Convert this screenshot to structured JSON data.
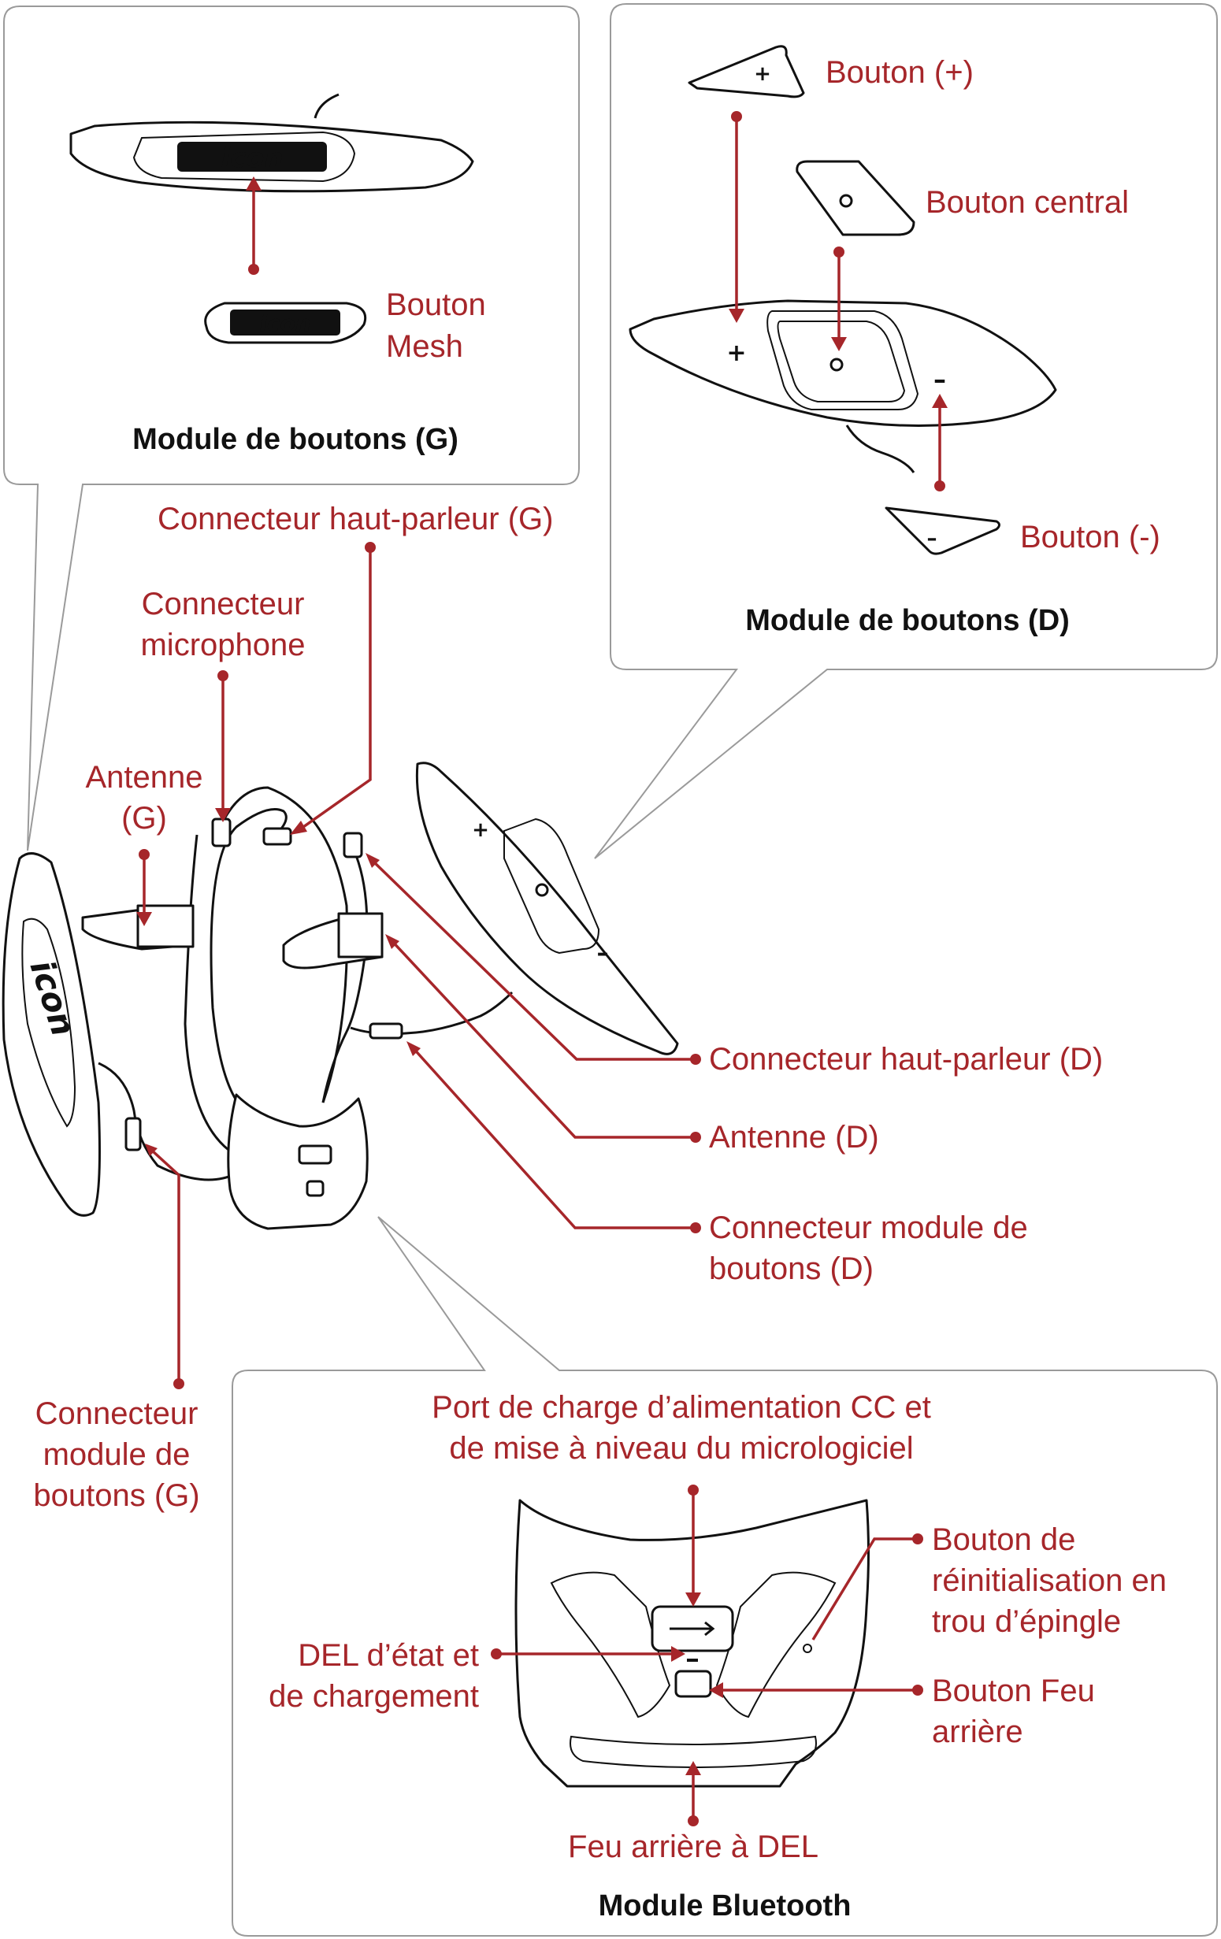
{
  "colors": {
    "label": "#a6262a",
    "title": "#111111",
    "callout_border": "#9a9a9a"
  },
  "brand_logo": "icon",
  "callouts": {
    "left_buttons": {
      "title": "Module de boutons (G)",
      "mesh_button_line1": "Bouton",
      "mesh_button_line2": "Mesh"
    },
    "right_buttons": {
      "title": "Module de boutons (D)",
      "plus_button": "Bouton (+)",
      "center_button": "Bouton central",
      "minus_button": "Bouton (-)"
    },
    "bluetooth": {
      "title": "Module Bluetooth",
      "charge_port_line1": "Port de charge d’alimentation CC et",
      "charge_port_line2": "de mise à niveau du micrologiciel",
      "reset_line1": "Bouton de",
      "reset_line2": "réinitialisation en",
      "reset_line3": "trou d’épingle",
      "status_led_line1": "DEL d’état et",
      "status_led_line2": "de chargement",
      "tail_button_line1": "Bouton Feu",
      "tail_button_line2": "arrière",
      "tail_led": "Feu arrière à DEL"
    }
  },
  "labels": {
    "speaker_left": "Connecteur haut-parleur (G)",
    "mic_line1": "Connecteur",
    "mic_line2": "microphone",
    "antenna_left_line1": "Antenne",
    "antenna_left_line2": "(G)",
    "speaker_right": "Connecteur haut-parleur (D)",
    "antenna_right": "Antenne (D)",
    "button_module_right_line1": "Connecteur module de",
    "button_module_right_line2": "boutons (D)",
    "button_module_left_line1": "Connecteur",
    "button_module_left_line2": "module de",
    "button_module_left_line3": "boutons (G)"
  },
  "button_glyphs": {
    "plus": "+",
    "center": "o",
    "minus": "–"
  }
}
